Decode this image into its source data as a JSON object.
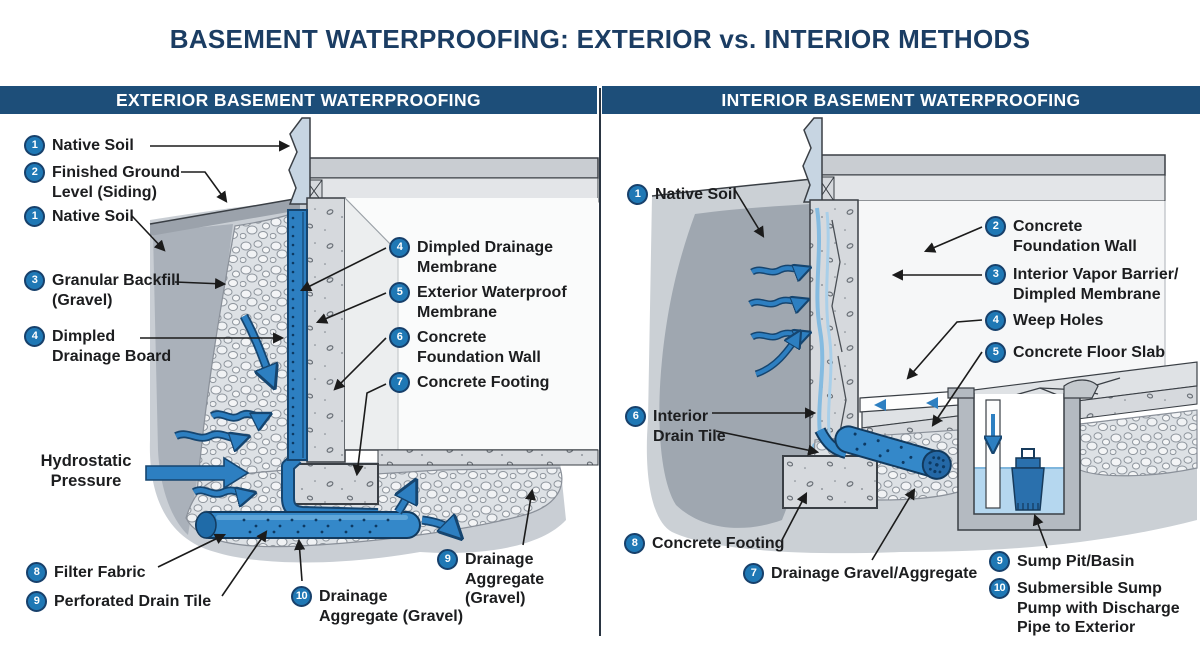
{
  "title": "BASEMENT WATERPROOFING: EXTERIOR vs. INTERIOR METHODS",
  "colors": {
    "header_bar_blue": "#1d4e79",
    "title_navy": "#1b3d63",
    "badge_blue": "#1f78b5",
    "water_blue": "#2d7fc1",
    "membrane_blue": "#2b7cc0",
    "outline_navy": "#16456f"
  },
  "panels": {
    "exterior": {
      "header": "EXTERIOR BASEMENT WATERPROOFING",
      "callouts": {
        "native_soil_top": {
          "num": "1",
          "text": "Native Soil"
        },
        "finished_ground": {
          "num": "2",
          "text": "Finished Ground\nLevel (Siding)"
        },
        "native_soil_mid": {
          "num": "1",
          "text": "Native Soil"
        },
        "granular_backfill": {
          "num": "3",
          "text": "Granular Backfill\n(Gravel)"
        },
        "dimpled_board": {
          "num": "4",
          "text": "Dimpled\nDrainage Board"
        },
        "hydrostatic": {
          "text": "Hydrostatic\nPressure"
        },
        "filter_fabric": {
          "num": "8",
          "text": "Filter Fabric"
        },
        "perforated_drain": {
          "num": "9",
          "text": "Perforated Drain Tile"
        },
        "aggregate_bottom": {
          "num": "10",
          "text": "Drainage\nAggregate (Gravel)"
        },
        "aggregate_right": {
          "num": "9",
          "text": "Drainage\nAggregate\n(Gravel)"
        },
        "dimpled_membrane": {
          "num": "4",
          "text": "Dimpled Drainage\nMembrane"
        },
        "waterproof_membrane": {
          "num": "5",
          "text": "Exterior Waterproof\nMembrane"
        },
        "foundation_wall": {
          "num": "6",
          "text": "Concrete\nFoundation Wall"
        },
        "footing": {
          "num": "7",
          "text": "Concrete Footing"
        }
      }
    },
    "interior": {
      "header": "INTERIOR BASEMENT WATERPROOFING",
      "callouts": {
        "native_soil": {
          "num": "1",
          "text": "Native Soil"
        },
        "foundation_wall": {
          "num": "2",
          "text": "Concrete\nFoundation Wall"
        },
        "vapor_barrier": {
          "num": "3",
          "text": "Interior Vapor Barrier/\nDimpled Membrane"
        },
        "weep_holes": {
          "num": "4",
          "text": "Weep Holes"
        },
        "floor_slab": {
          "num": "5",
          "text": "Concrete Floor Slab"
        },
        "drain_tile": {
          "num": "6",
          "text": "Interior\nDrain Tile"
        },
        "footing": {
          "num": "8",
          "text": "Concrete Footing"
        },
        "drainage_gravel": {
          "num": "7",
          "text": "Drainage Gravel/Aggregate"
        },
        "sump_pit": {
          "num": "9",
          "text": "Sump Pit/Basin"
        },
        "sump_pump": {
          "num": "10",
          "text": "Submersible Sump\nPump with Discharge\nPipe to Exterior"
        }
      }
    }
  }
}
